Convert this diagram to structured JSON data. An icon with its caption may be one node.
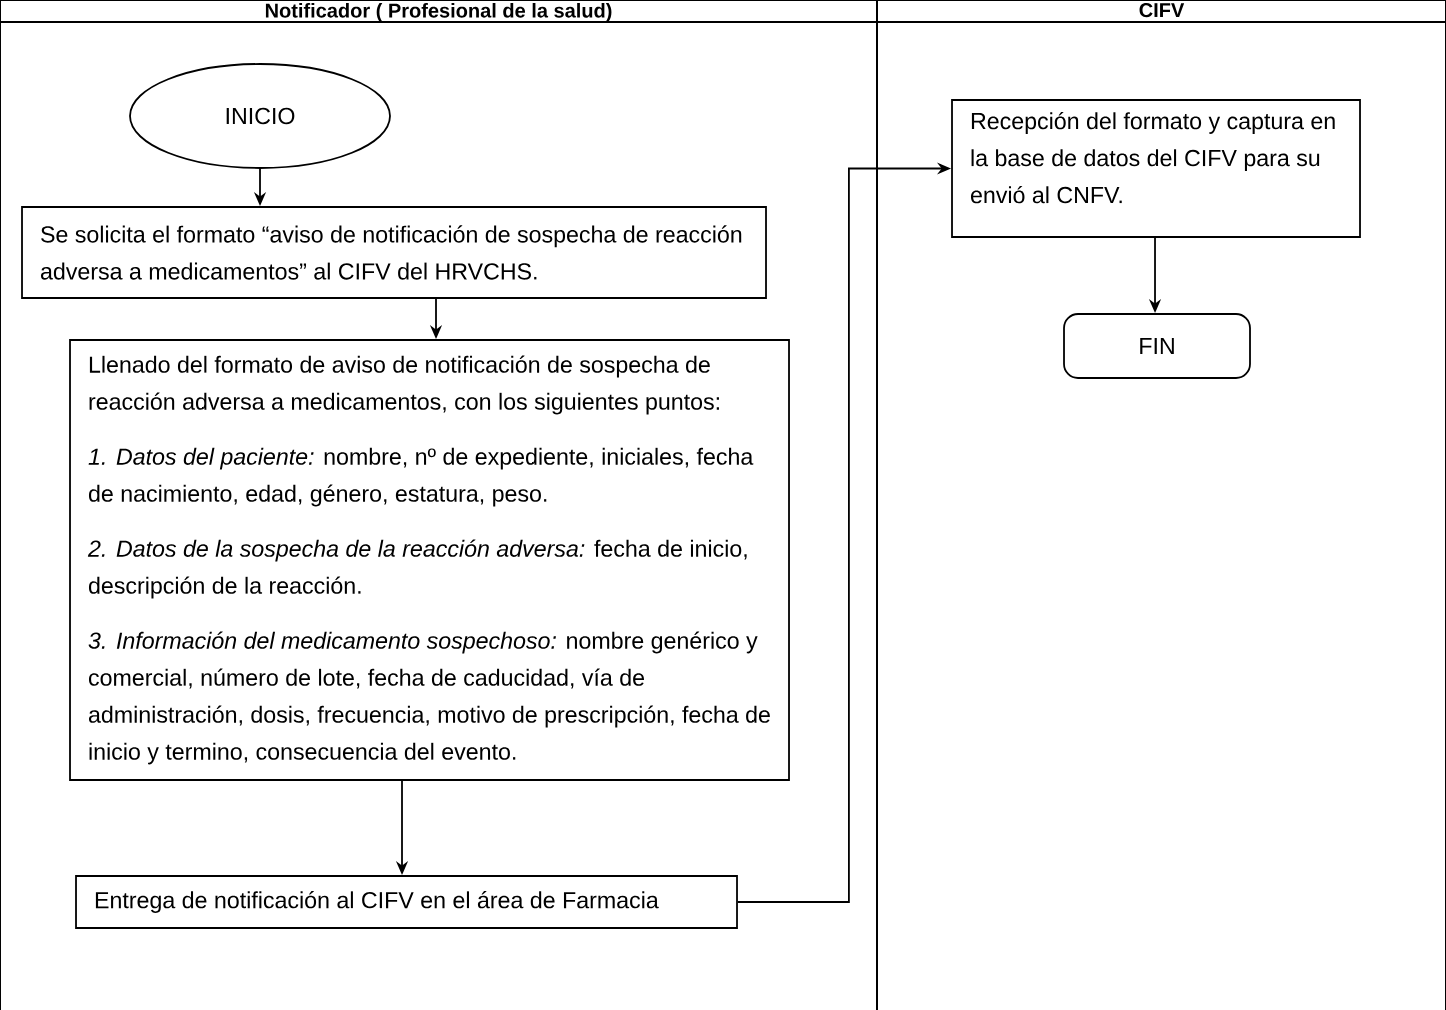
{
  "diagram": {
    "nodes": [
      {
        "text": [
          "Notificador ( Profesional de la salud)"
        ]
      },
      {
        "text": [
          "CIFV"
        ]
      },
      {
        "text": [
          "INICIO"
        ],
        "in": 0
      },
      {
        "text": [
          "Se solicita el formato “aviso de notificación de sospecha de reacción adversa a medicamentos” al CIFV del HRVCHS."
        ],
        "in": 0
      },
      {
        "text": [
          "Llenado del formato de aviso de notificación de sospecha de reacción adversa a medicamentos, con los siguientes puntos:",
          "*1. Datos del paciente:* nombre, nº de expediente, iniciales, fecha de nacimiento, edad, género, estatura, peso.",
          "*2. Datos de la sospecha de la reacción adversa:* fecha de inicio, descripción de la reacción.",
          "*3. Información del medicamento sospechoso:* nombre genérico y comercial, número de lote, fecha de caducidad, vía de administración, dosis, frecuencia, motivo de prescripción, fecha de inicio y termino, consecuencia del evento."
        ],
        "in": 0
      },
      {
        "text": [
          "Entrega de notificación al CIFV en el área de Farmacia"
        ],
        "in": 0
      },
      {
        "text": [
          "Recepción del formato y captura en la base de datos del CIFV para su envió al CNFV."
        ],
        "in": 1
      },
      {
        "text": [
          "FIN"
        ],
        "in": 1
      }
    ],
    "edges": [
      {
        "from": 2,
        "to": 3,
        "arrow": "to"
      },
      {
        "from": 3,
        "to": 4,
        "arrow": "to"
      },
      {
        "from": 4,
        "to": 5,
        "arrow": "to"
      },
      {
        "from": 5,
        "to": 6,
        "arrow": "to"
      },
      {
        "from": 6,
        "to": 7,
        "arrow": "to"
      }
    ]
  }
}
